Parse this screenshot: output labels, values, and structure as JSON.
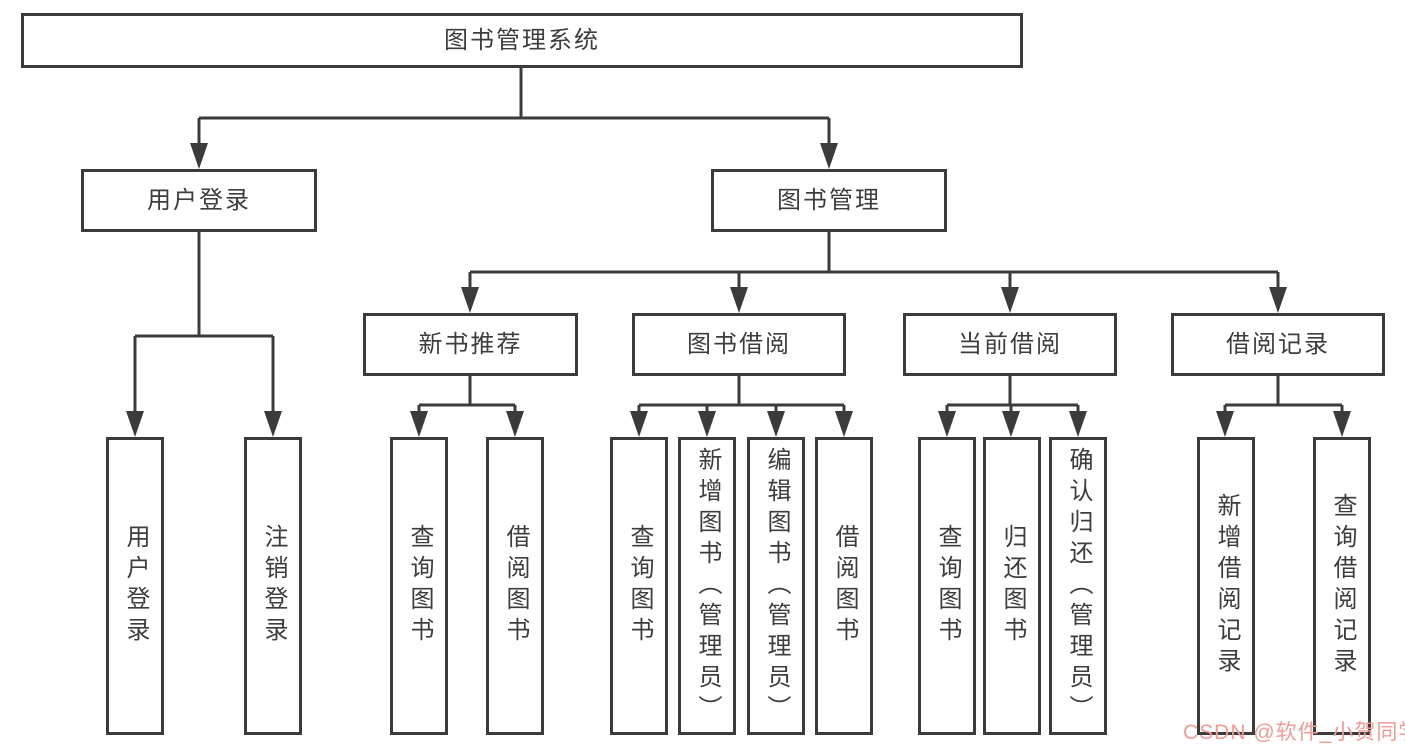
{
  "nodes": {
    "root": {
      "label": "图书管理系统"
    },
    "level1": [
      {
        "label": "用户登录"
      },
      {
        "label": "图书管理"
      }
    ],
    "level2": [
      {
        "label": "新书推荐",
        "parent": "图书管理"
      },
      {
        "label": "图书借阅",
        "parent": "图书管理"
      },
      {
        "label": "当前借阅",
        "parent": "图书管理"
      },
      {
        "label": "借阅记录",
        "parent": "图书管理"
      }
    ],
    "leaves": [
      {
        "label": "用户登录",
        "parent": "用户登录"
      },
      {
        "label": "注销登录",
        "parent": "用户登录"
      },
      {
        "label": "查询图书",
        "parent": "新书推荐"
      },
      {
        "label": "借阅图书",
        "parent": "新书推荐"
      },
      {
        "label": "查询图书",
        "parent": "图书借阅"
      },
      {
        "label": "新增图书（管理员）",
        "parent": "图书借阅"
      },
      {
        "label": "编辑图书（管理员）",
        "parent": "图书借阅"
      },
      {
        "label": "借阅图书",
        "parent": "图书借阅"
      },
      {
        "label": "查询图书",
        "parent": "当前借阅"
      },
      {
        "label": "归还图书",
        "parent": "当前借阅"
      },
      {
        "label": "确认归还（管理员）",
        "parent": "当前借阅"
      },
      {
        "label": "新增借阅记录",
        "parent": "借阅记录"
      },
      {
        "label": "查询借阅记录",
        "parent": "借阅记录"
      }
    ]
  },
  "watermark": {
    "text": "CSDN @软件_小贺同学"
  },
  "colors": {
    "line": "#3b3b3b",
    "border": "#3b3b3b",
    "text": "#3d3d3d",
    "background": "#ffffff",
    "watermark": "#f59a94"
  }
}
